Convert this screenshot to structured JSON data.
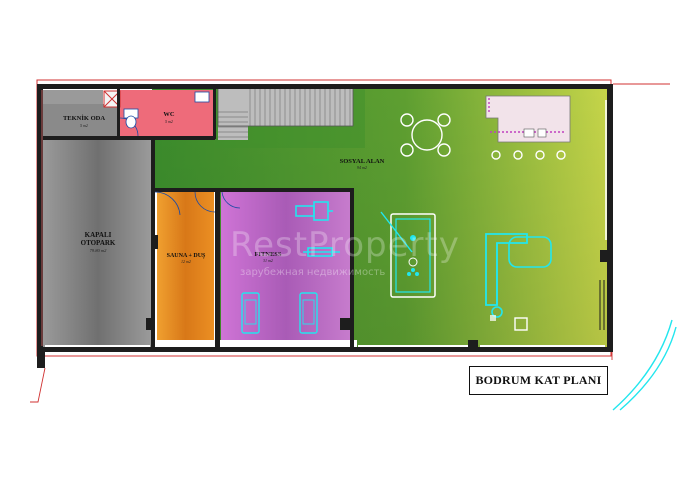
{
  "drawing": {
    "title": "BODRUM KAT PLANI",
    "watermark": "RestProperty",
    "watermark_sub": "зарубежная недвижимость"
  },
  "rooms": [
    {
      "id": "teknik-oda",
      "name": "TEKNİK ODA",
      "area": "5 m2",
      "color": "#8c8c8c"
    },
    {
      "id": "wc",
      "name": "WC",
      "area": "5 m2",
      "color": "#ee6b7a"
    },
    {
      "id": "kapali-otopark",
      "name": "KAPALI\nOTOPARK",
      "area": "79.80 m2",
      "color": "#808080"
    },
    {
      "id": "sauna-dus",
      "name": "SAUNA + DUŞ",
      "area": "12 m2",
      "color": "#e8891f"
    },
    {
      "id": "fitness",
      "name": "FITNESS",
      "area": "31 m2",
      "color": "#b55fc0"
    },
    {
      "id": "sosyal-alan",
      "name": "SOSYAL ALAN",
      "area": "94 m2",
      "color": "#3f8f2c"
    }
  ],
  "colors": {
    "wall": "#1d1d1d",
    "furniture": "#22e6ee",
    "border_red": "#d03030"
  }
}
